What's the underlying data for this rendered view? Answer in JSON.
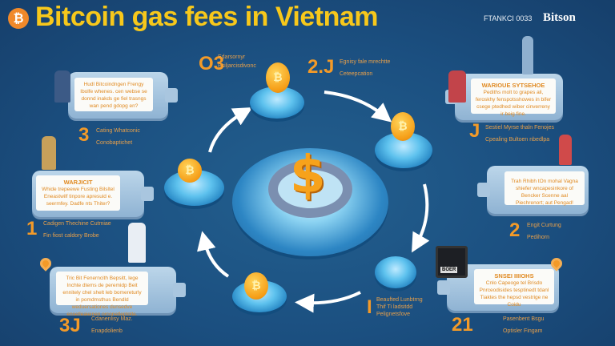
{
  "header": {
    "title": "Bitcoin gas fees in Vietnam",
    "bitcoin_icon": "bitcoin-icon",
    "tagline": "FTANKCI 0033",
    "brand": "Bitson"
  },
  "colors": {
    "background": "#1b4f80",
    "title": "#f7c81b",
    "accent": "#f39a28",
    "card": "#bcd6ea"
  },
  "cards": [
    {
      "text": "Hudl Bitcoindngen Frengy Ibolfe whenes. cen webse se donnd inakds ge fiel trasngs wan pend gdopg en?",
      "number": "3",
      "labels": [
        "Cating Whatconic",
        "Conobaptichet"
      ]
    },
    {
      "title": "WARIOUE SYTSEHOE",
      "text": "Pediths molt to grapes ali, feroskhy fenspotsshowes in bifer csege ptedhed wiber cinverreny ir beig fine.",
      "number": "J",
      "labels": [
        "Sestiel Myrse thaln Fenojes",
        "Cpealing Bultoen nbedlpa"
      ]
    },
    {
      "title": "WARJICIT",
      "text": "Whide trepeewe Fusting Bilsltel Eneastwilf tinpore apresuid e. seermfey. Dadfe nts Thiter?",
      "number": "1",
      "labels": [
        "Cadigen Thechine Cutmiae",
        "Fin fiost caldory Brobe"
      ]
    },
    {
      "text": "Trah Rhibh tOn mohal Vagna shiefer wncapesinkore of Bencker Scenne aal Piechrenort; aut Pengad!",
      "number": "2",
      "labels": [
        "Engit Curtung",
        "Pedihorn"
      ]
    },
    {
      "text": "Tric Bit Fenerncith Bepsitt, lege Inchte dtems de peremidp Beit ennitely chel shelt leb bomereturly in pomdmsthus Bendld weduersationes dunsedve ensetleaieinen orconetleptolte.",
      "number": "3J",
      "labels": [
        "Cdanenlisy Maz.",
        "Enapdolienb"
      ]
    },
    {
      "title": "SNSEI IIIIOHS",
      "text": "Cnlo Capeoge tel Brisdo Pnrceodisides tesptinedt tdanl Tiaktes the hepsd vestrige ne Coidu",
      "number": "21",
      "labels": [
        "Pasenbent Bsgu",
        "Optisler Fingam"
      ]
    }
  ],
  "steps": [
    {
      "number": "O3",
      "labels": [
        "Edarsornyr",
        "Psiljarcisdivonc"
      ]
    },
    {
      "number": "2.J",
      "labels": [
        "Egnisy fale mrechtte",
        "Ceteepcation"
      ]
    },
    {
      "number": "I",
      "labels": [
        "Beaufted Lunbtrng",
        "Thif Ti ladsitdd",
        "Pelignetsfove"
      ]
    }
  ],
  "laptop": {
    "screen_text": "BOER"
  },
  "center": {
    "symbol": "$"
  }
}
